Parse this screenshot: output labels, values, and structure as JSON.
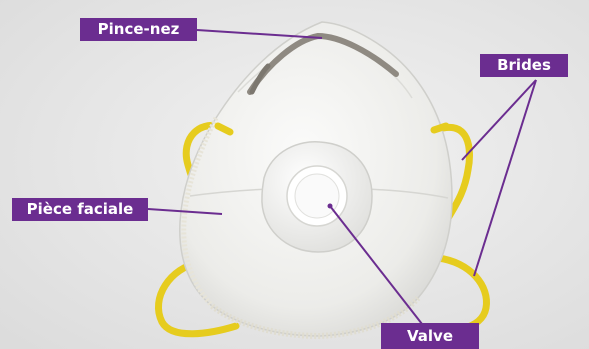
{
  "colors": {
    "label_bg": "#6b2d90",
    "leader": "#6b2d90",
    "background": "#e9e9e9",
    "mask": "#f4f4f2",
    "strap": "#e6cc1e"
  },
  "labels": {
    "nose_clip": "Pince-nez",
    "straps": "Brides",
    "facepiece": "Pièce faciale",
    "valve": "Valve"
  }
}
